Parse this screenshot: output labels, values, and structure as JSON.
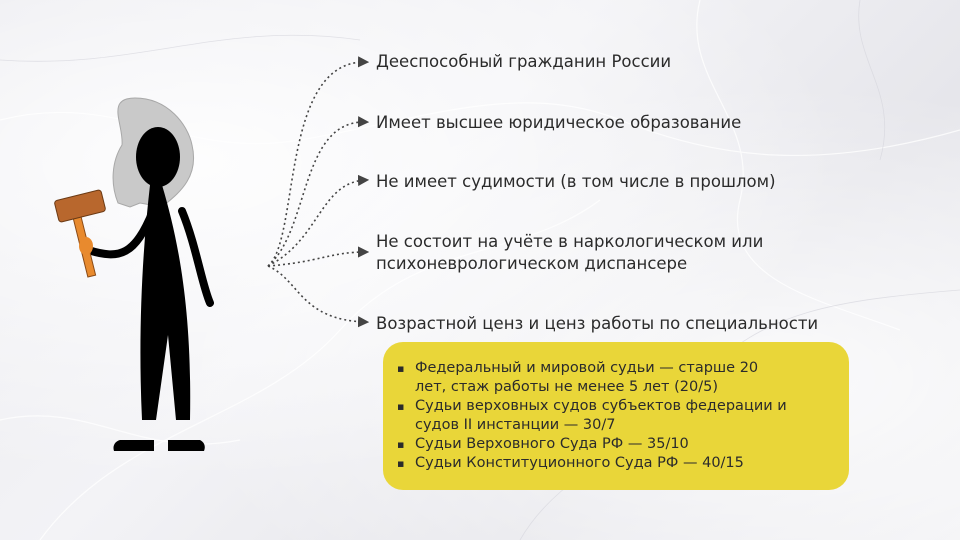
{
  "requirements": [
    "Дееспособный гражданин России",
    "Имеет высшее юридическое образование",
    "Не имеет судимости (в том числе в прошлом)",
    "Не состоит на учёте в наркологическом или психоневрологическом диспансере",
    "Возрастной ценз и ценз работы по специальности"
  ],
  "requirement_lines": {
    "r4_line1": "Не состоит на учёте в наркологическом или",
    "r4_line2": "психоневрологическом диспансере"
  },
  "age_census": {
    "bullet_icon": "square-bullet",
    "items": [
      {
        "line1": "Федеральный и мировой судьи — старше 20",
        "line2": "лет, стаж работы не менее 5 лет (20/5)"
      },
      {
        "line1": "Судьи верховных судов субъектов федерации и",
        "line2": "судов II инстанции — 30/7"
      },
      {
        "line1": "Судьи Верховного Суда РФ — 35/10"
      },
      {
        "line1": "Судьи Конституционного Суда РФ — 40/15"
      }
    ]
  },
  "illustration": {
    "name": "judge-figure-with-gavel",
    "wig_color": "#c9c9c9",
    "gavel_color": "#b8672d",
    "handle_color": "#e88a2e"
  },
  "colors": {
    "highlight": "#e9d639",
    "text": "#2b2b2b",
    "connector": "#444444"
  }
}
